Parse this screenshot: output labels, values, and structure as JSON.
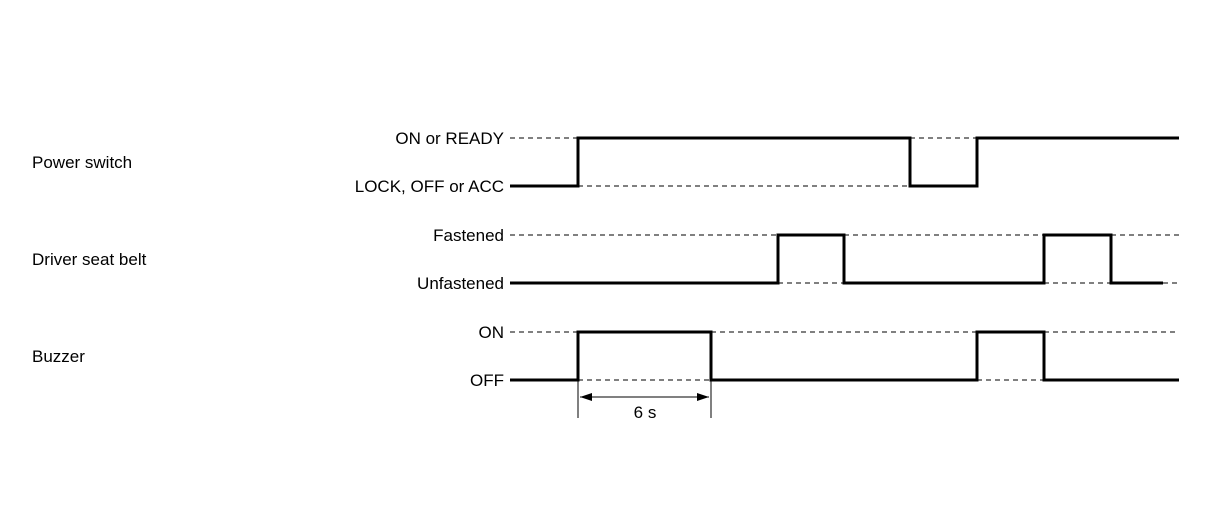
{
  "signals": [
    {
      "id": "power",
      "name": "Power switch",
      "high_label": "ON or READY",
      "low_label": "LOCK, OFF or ACC",
      "initial": 0,
      "edges": [
        0,
        1,
        0,
        1
      ]
    },
    {
      "id": "belt",
      "name": "Driver seat belt",
      "high_label": "Fastened",
      "low_label": "Unfastened",
      "initial": 0,
      "edges": [
        0,
        1,
        0,
        1,
        0
      ]
    },
    {
      "id": "buzzer",
      "name": "Buzzer",
      "high_label": "ON",
      "low_label": "OFF",
      "initial": 0,
      "edges": [
        0,
        1,
        0,
        1,
        0
      ]
    }
  ],
  "dimension": {
    "label": "6 s"
  }
}
